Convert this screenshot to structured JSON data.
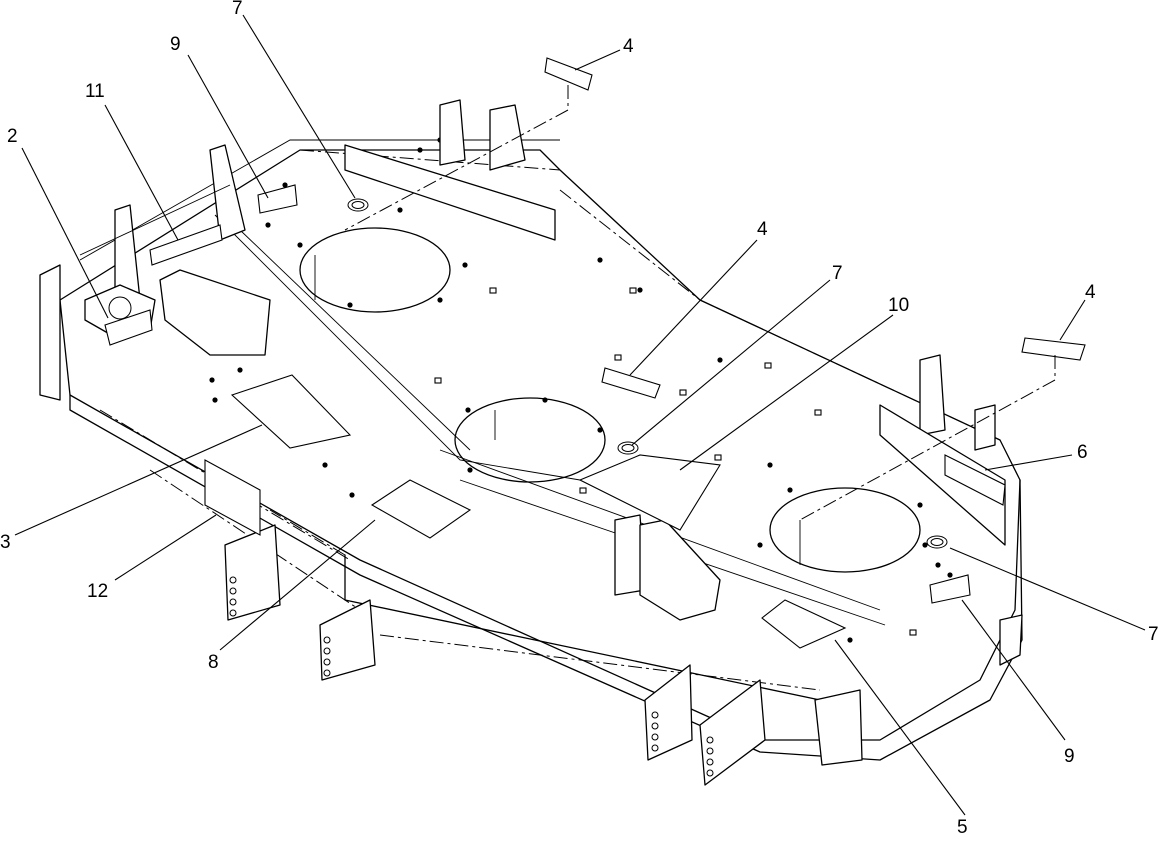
{
  "diagram": {
    "callouts": [
      {
        "id": "c7a",
        "label": "7"
      },
      {
        "id": "c9a",
        "label": "9"
      },
      {
        "id": "c11",
        "label": "11"
      },
      {
        "id": "c2",
        "label": "2"
      },
      {
        "id": "c4a",
        "label": "4"
      },
      {
        "id": "c4b",
        "label": "4"
      },
      {
        "id": "c7b",
        "label": "7"
      },
      {
        "id": "c10",
        "label": "10"
      },
      {
        "id": "c4c",
        "label": "4"
      },
      {
        "id": "c6",
        "label": "6"
      },
      {
        "id": "c3",
        "label": "3"
      },
      {
        "id": "c12",
        "label": "12"
      },
      {
        "id": "c8",
        "label": "8"
      },
      {
        "id": "c7c",
        "label": "7"
      },
      {
        "id": "c9b",
        "label": "9"
      },
      {
        "id": "c5",
        "label": "5"
      }
    ]
  }
}
